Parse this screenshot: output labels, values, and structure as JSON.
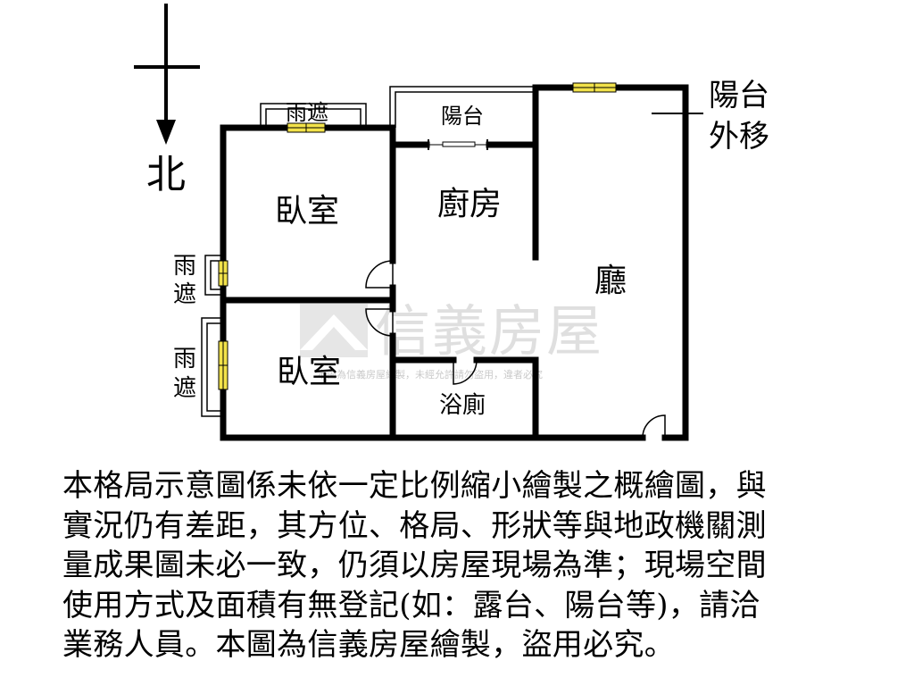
{
  "compass": {
    "label": "北"
  },
  "rooms": {
    "bedroom_top": "臥室",
    "bedroom_bottom": "臥室",
    "kitchen": "廚房",
    "living_room": "廳",
    "bathroom": "浴廁",
    "balcony": "陽台"
  },
  "annotations": {
    "rain_cover_top": "雨遮",
    "rain_cover_left_1": [
      "雨",
      "遮"
    ],
    "rain_cover_left_2": [
      "雨",
      "遮"
    ],
    "balcony_moved_out": [
      "陽台",
      "外移"
    ]
  },
  "watermark": {
    "brand": "信義房屋",
    "notice": "本圖為信義房屋繪製，未經允許請勿盜用，違者必究"
  },
  "disclaimer": {
    "lines": [
      "本格局示意圖係未依一定比例縮小繪製之概繪圖，與",
      "實況仍有差距，其方位、格局、形狀等與地政機關測",
      "量成果圖未必一致，仍須以房屋現場為準；現場空間",
      "使用方式及面積有無登記(如：露台、陽台等)，請洽",
      "業務人員。本圖為信義房屋繪製，盜用必究。"
    ]
  },
  "colors": {
    "wall": "#000000",
    "window": "#f2e24a",
    "watermark": "#d9d9d9"
  }
}
